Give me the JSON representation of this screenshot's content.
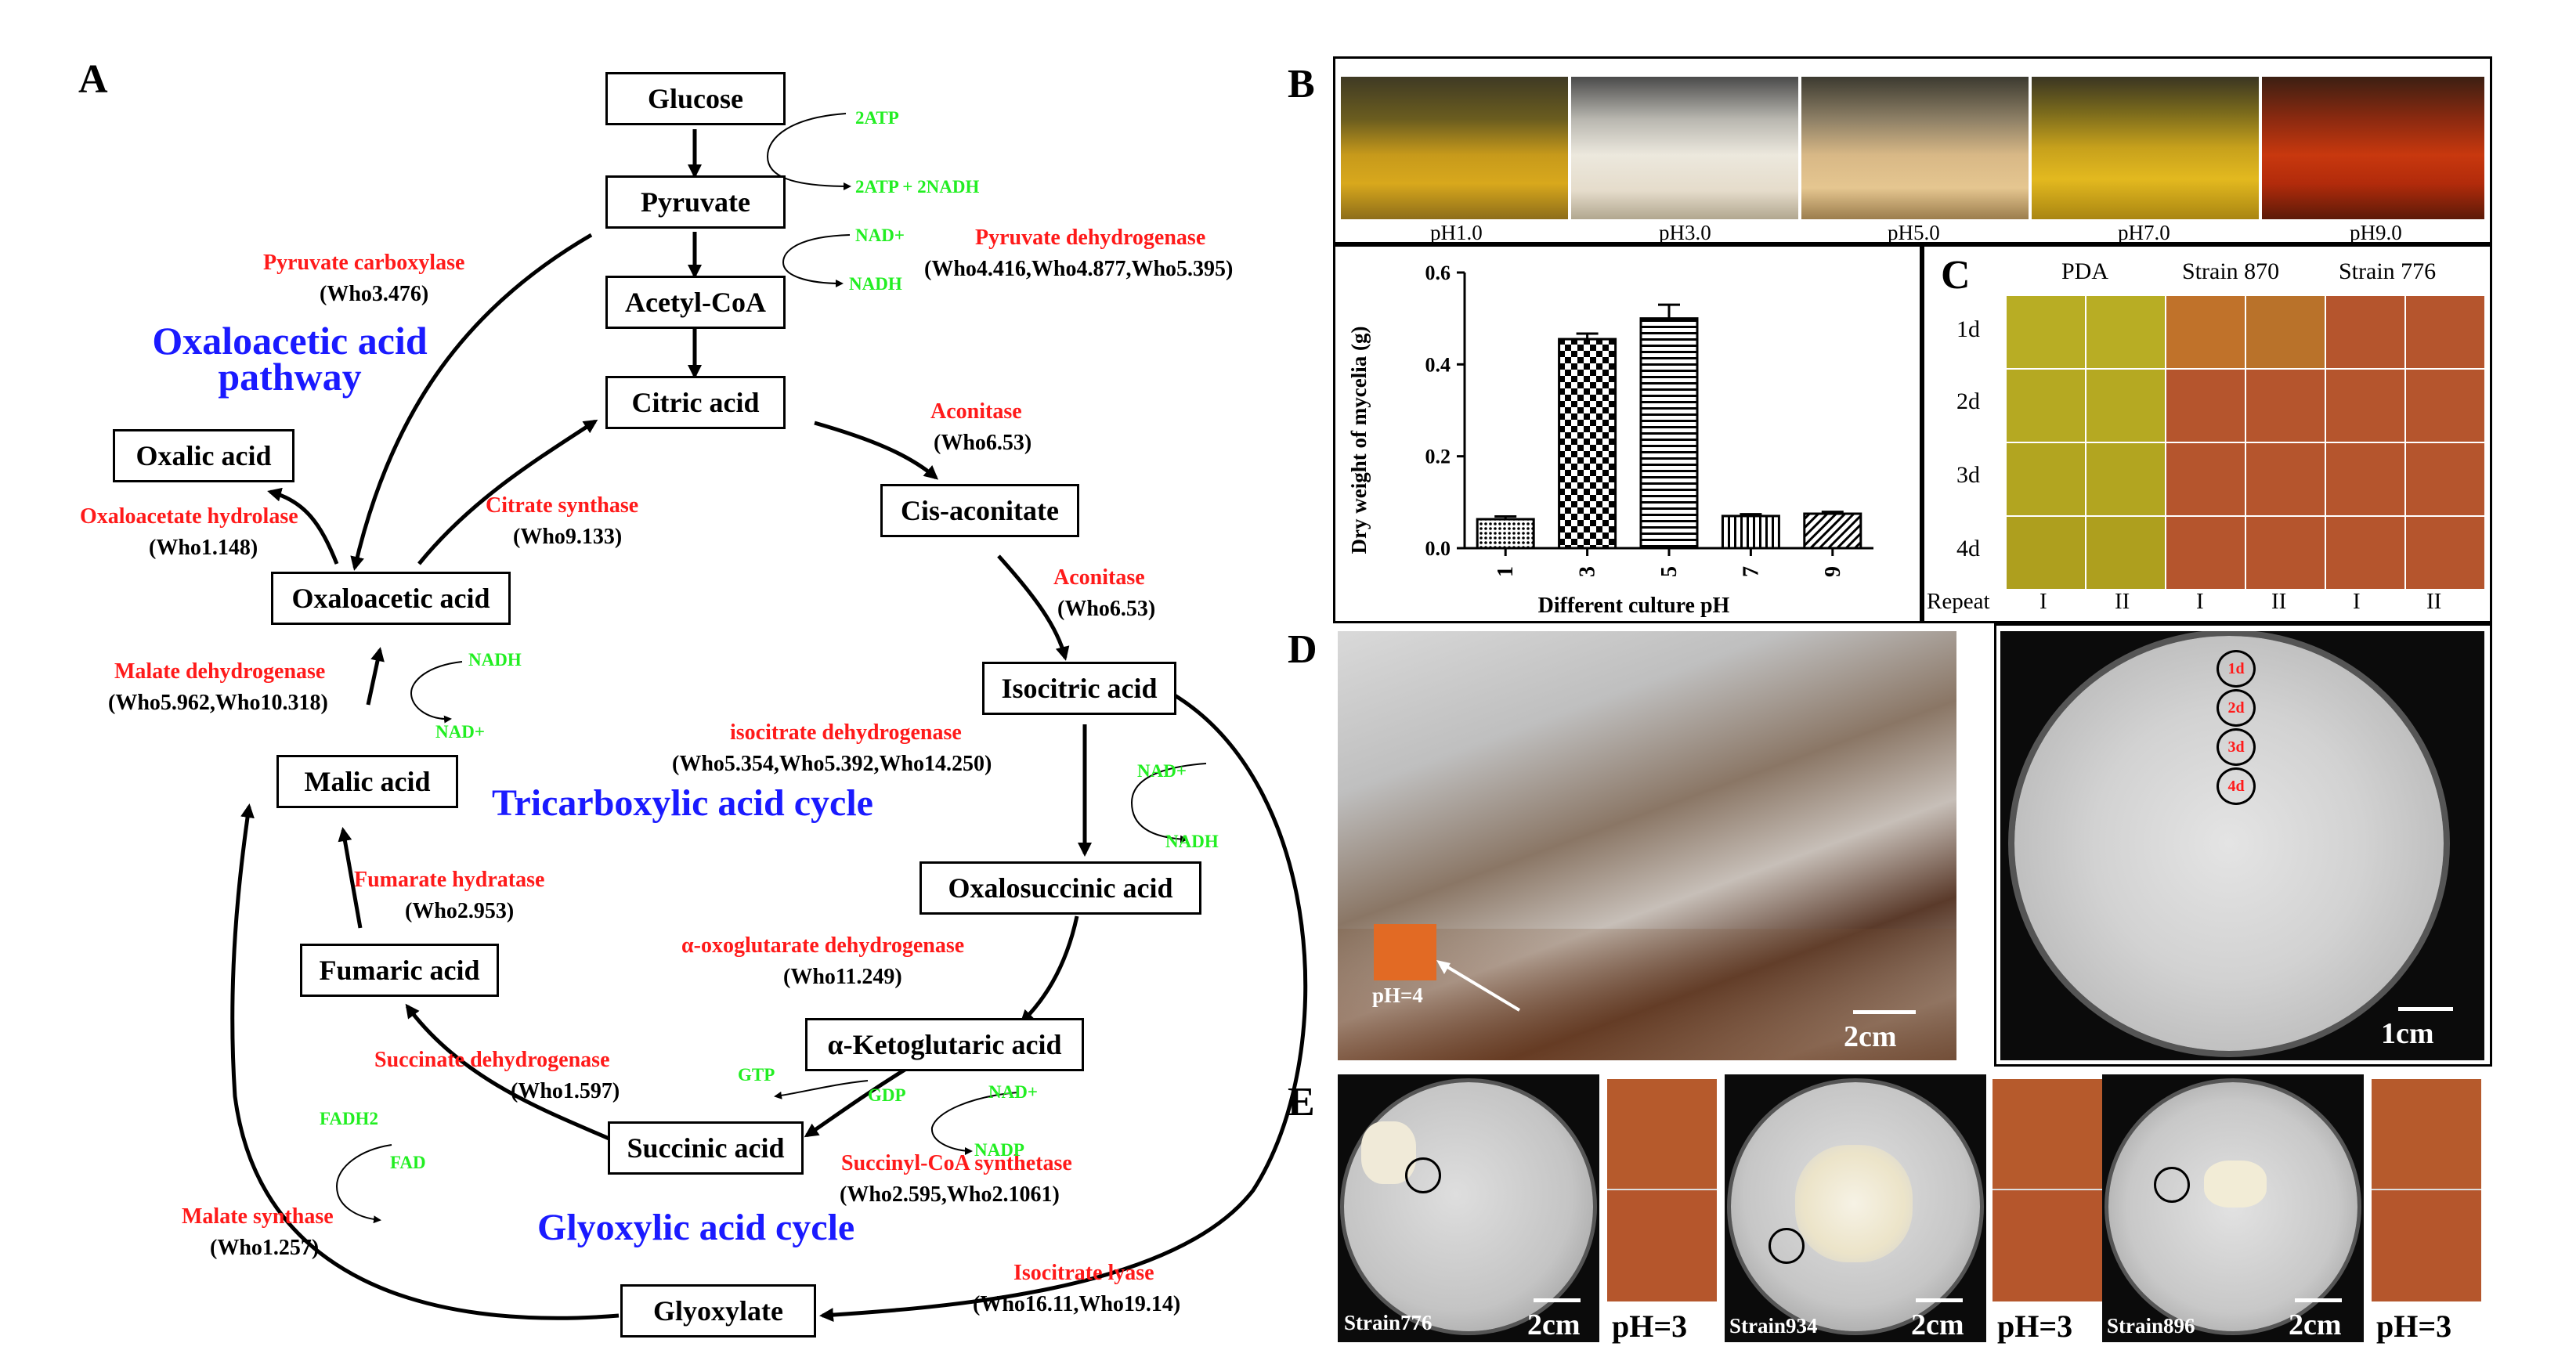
{
  "panels": {
    "a": "A",
    "b": "B",
    "c": "C",
    "d": "D",
    "e": "E"
  },
  "metabolites": {
    "glucose": "Glucose",
    "pyruvate": "Pyruvate",
    "acetyl_coa": "Acetyl-CoA",
    "citric_acid": "Citric acid",
    "cis_aconitate": "Cis-aconitate",
    "isocitric_acid": "Isocitric acid",
    "oxalosuccinic_acid": "Oxalosuccinic acid",
    "ketoglutaric_acid": "α-Ketoglutaric acid",
    "succinic_acid": "Succinic acid",
    "fumaric_acid": "Fumaric acid",
    "malic_acid": "Malic acid",
    "oxaloacetic_acid": "Oxaloacetic acid",
    "oxalic_acid": "Oxalic acid",
    "glyoxylate": "Glyoxylate"
  },
  "enzymes": {
    "pyruvate_carboxylase": {
      "name": "Pyruvate carboxylase",
      "genes": "(Who3.476)"
    },
    "pyruvate_dehydrogenase": {
      "name": "Pyruvate dehydrogenase",
      "genes": "(Who4.416,Who4.877,Who5.395)"
    },
    "aconitase_1": {
      "name": "Aconitase",
      "genes": "(Who6.53)"
    },
    "aconitase_2": {
      "name": "Aconitase",
      "genes": "(Who6.53)"
    },
    "citrate_synthase": {
      "name": "Citrate synthase",
      "genes": "(Who9.133)"
    },
    "oxaloacetate_hydrolase": {
      "name": "Oxaloacetate hydrolase",
      "genes": "(Who1.148)"
    },
    "malate_dehydrogenase": {
      "name": "Malate dehydrogenase",
      "genes": "(Who5.962,Who10.318)"
    },
    "isocitrate_dehydrogenase": {
      "name": "isocitrate dehydrogenase",
      "genes": "(Who5.354,Who5.392,Who14.250)"
    },
    "fumarate_hydratase": {
      "name": "Fumarate hydratase",
      "genes": "(Who2.953)"
    },
    "oxoglutarate_dehydrogenase": {
      "name": "α-oxoglutarate dehydrogenase",
      "genes": "(Who11.249)"
    },
    "succinate_dehydrogenase": {
      "name": "Succinate dehydrogenase",
      "genes": "(Who1.597)"
    },
    "succinyl_coa_synthetase": {
      "name": "Succinyl-CoA synthetase",
      "genes": "(Who2.595,Who2.1061)"
    },
    "malate_synthase": {
      "name": "Malate synthase",
      "genes": "(Who1.257)"
    },
    "isocitrate_lyase": {
      "name": "Isocitrate lyase",
      "genes": "(Who16.11,Who19.14)"
    }
  },
  "cofactors": {
    "atp2": "2ATP",
    "atp_nadh": "2ATP + 2NADH",
    "nad_pdh": "NAD+",
    "nadh_pdh": "NADH",
    "nadh_mdh": "NADH",
    "nad_mdh": "NAD+",
    "nad_idh": "NAD+",
    "nadh_idh": "NADH",
    "gtp": "GTP",
    "gdp": "GDP",
    "nad_scs": "NAD+",
    "nadp_scs": "NADP",
    "fadh2": "FADH2",
    "fad": "FAD"
  },
  "pathways": {
    "oxaloacetic_1": "Oxaloacetic acid",
    "oxaloacetic_2": "pathway",
    "tca": "Tricarboxylic acid cycle",
    "glyoxylic": "Glyoxylic acid cycle"
  },
  "flask_labels": [
    "pH1.0",
    "pH3.0",
    "pH5.0",
    "pH7.0",
    "pH9.0"
  ],
  "chart_data": {
    "type": "bar",
    "categories": [
      "1",
      "3",
      "5",
      "7",
      "9"
    ],
    "values": [
      0.063,
      0.455,
      0.5,
      0.07,
      0.075
    ],
    "errors": [
      0.006,
      0.012,
      0.03,
      0.004,
      0.004
    ],
    "xlabel": "Different culture pH",
    "ylabel": "Dry weight of mycelia (g)",
    "ylim": [
      0,
      0.6
    ],
    "yticks": [
      "0.0",
      "0.2",
      "0.4",
      "0.6"
    ],
    "grid": false,
    "legend": "none",
    "patterns": [
      "dots",
      "checker",
      "hlines",
      "vlines",
      "diagonal"
    ]
  },
  "panel_c": {
    "columns": [
      "PDA",
      "Strain 870",
      "Strain 776"
    ],
    "rows": [
      "1d",
      "2d",
      "3d",
      "4d"
    ],
    "repeat_label": "Repeat",
    "repeats": [
      "I",
      "II",
      "I",
      "II",
      "I",
      "II"
    ],
    "dish_days": [
      "1d",
      "2d",
      "3d",
      "4d"
    ],
    "scale": "1cm"
  },
  "panel_d": {
    "ph": "pH=4",
    "scale": "2cm"
  },
  "panel_e": {
    "strains": [
      "Strain776",
      "Strain934",
      "Strain896"
    ],
    "scale": "2cm",
    "ph": "pH=3"
  },
  "colors": {
    "enzyme": "#ff1a1a",
    "cofactor": "#22ee22",
    "pathway": "#1a1aff",
    "paper_brown": "#b5562c",
    "paper_yellow": "#c2b41e"
  }
}
